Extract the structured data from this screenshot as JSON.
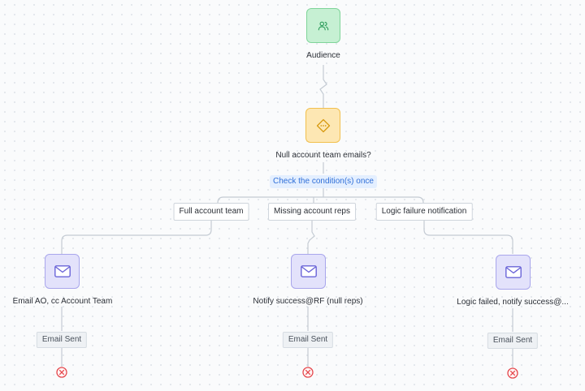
{
  "canvas": {
    "audience": {
      "label": "Audience",
      "icon": "users-icon",
      "color": "#c6f0d3"
    },
    "condition": {
      "label": "Null account team emails?",
      "icon": "decision-diamond-icon",
      "check_label": "Check the condition(s) once",
      "color": "#fde7b3"
    },
    "branches": [
      {
        "label": "Full account team",
        "email": {
          "label": "Email AO, cc Account Team",
          "icon": "envelope-icon"
        },
        "status": "Email Sent",
        "end_icon": "close-circle-icon"
      },
      {
        "label": "Missing account reps",
        "email": {
          "label": "Notify success@RF (null reps)",
          "icon": "envelope-icon"
        },
        "status": "Email Sent",
        "end_icon": "close-circle-icon"
      },
      {
        "label": "Logic failure notification",
        "email": {
          "label": "Logic failed, notify success@...",
          "icon": "envelope-icon"
        },
        "status": "Email Sent",
        "end_icon": "close-circle-icon"
      }
    ],
    "colors": {
      "connector": "#c4cbd3",
      "email_node": "#e3e2fb",
      "end_icon": "#e5484d",
      "check_text": "#2f6fd8"
    }
  }
}
